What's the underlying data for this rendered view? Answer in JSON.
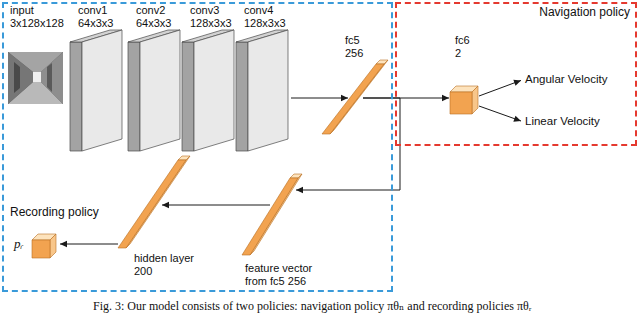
{
  "diagram": {
    "caption": "Fig. 3: Our model consists of two policies: navigation policy πθₙ and recording policies πθᵣ",
    "nodes": [
      {
        "text": [
          "Recording policy"
        ]
      },
      {
        "text": [
          "input 3x128x128"
        ],
        "in": 0
      },
      {
        "text": [
          "conv1 64x3x3"
        ],
        "in": 0
      },
      {
        "text": [
          "conv2 64x3x3"
        ],
        "in": 0
      },
      {
        "text": [
          "conv3 128x3x3"
        ],
        "in": 0
      },
      {
        "text": [
          "conv4 128x3x3"
        ],
        "in": 0
      },
      {
        "text": [
          "fc5 256"
        ],
        "in": 0
      },
      {
        "text": [
          "Navigation policy"
        ]
      },
      {
        "text": [
          "fc6 2"
        ],
        "in": 7
      },
      {
        "text": [
          "Angular Velocity"
        ],
        "in": 7
      },
      {
        "text": [
          "Linear Velocity"
        ],
        "in": 7
      },
      {
        "text": [
          "feature vector from fc5 256"
        ],
        "in": 0
      },
      {
        "text": [
          "hidden layer 200"
        ],
        "in": 0
      },
      {
        "text": [
          "pᵣ"
        ],
        "in": 0
      }
    ],
    "edges": [
      {
        "from": 5,
        "to": 6,
        "arrow": "to"
      },
      {
        "from": 6,
        "to": 8,
        "arrow": "to"
      },
      {
        "from": 8,
        "to": 9,
        "arrow": "to"
      },
      {
        "from": 8,
        "to": 10,
        "arrow": "to"
      },
      {
        "from": 6,
        "to": 11,
        "arrow": "to"
      },
      {
        "from": 11,
        "to": 12,
        "arrow": "to"
      },
      {
        "from": 12,
        "to": 13,
        "arrow": "to"
      }
    ]
  }
}
